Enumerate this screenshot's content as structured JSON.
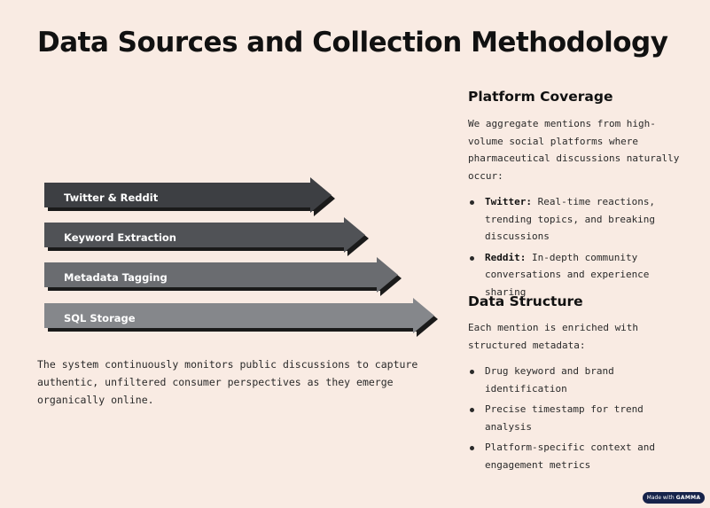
{
  "title": "Data Sources and Collection Methodology",
  "pipeline": [
    {
      "label": "Twitter & Reddit",
      "color": "#3d3f43"
    },
    {
      "label": "Keyword Extraction",
      "color": "#505256"
    },
    {
      "label": "Metadata Tagging",
      "color": "#6a6c70"
    },
    {
      "label": "SQL Storage",
      "color": "#85878b"
    }
  ],
  "left_paragraph": "The system continuously monitors public discussions to capture authentic, unfiltered consumer perspectives as they emerge organically online.",
  "platform_coverage": {
    "heading": "Platform Coverage",
    "intro": "We aggregate mentions from high-volume social platforms where pharmaceutical discussions naturally occur:",
    "items": [
      {
        "term": "Twitter:",
        "text": " Real-time reactions, trending topics, and breaking discussions"
      },
      {
        "term": "Reddit:",
        "text": " In-depth community conversations and experience sharing"
      }
    ]
  },
  "data_structure": {
    "heading": "Data Structure",
    "intro": "Each mention is enriched with structured metadata:",
    "items": [
      "Drug keyword and brand identification",
      "Precise timestamp for trend analysis",
      "Platform-specific context and engagement metrics"
    ]
  },
  "badge": {
    "prefix": "Made with",
    "brand": "GAMMA"
  }
}
